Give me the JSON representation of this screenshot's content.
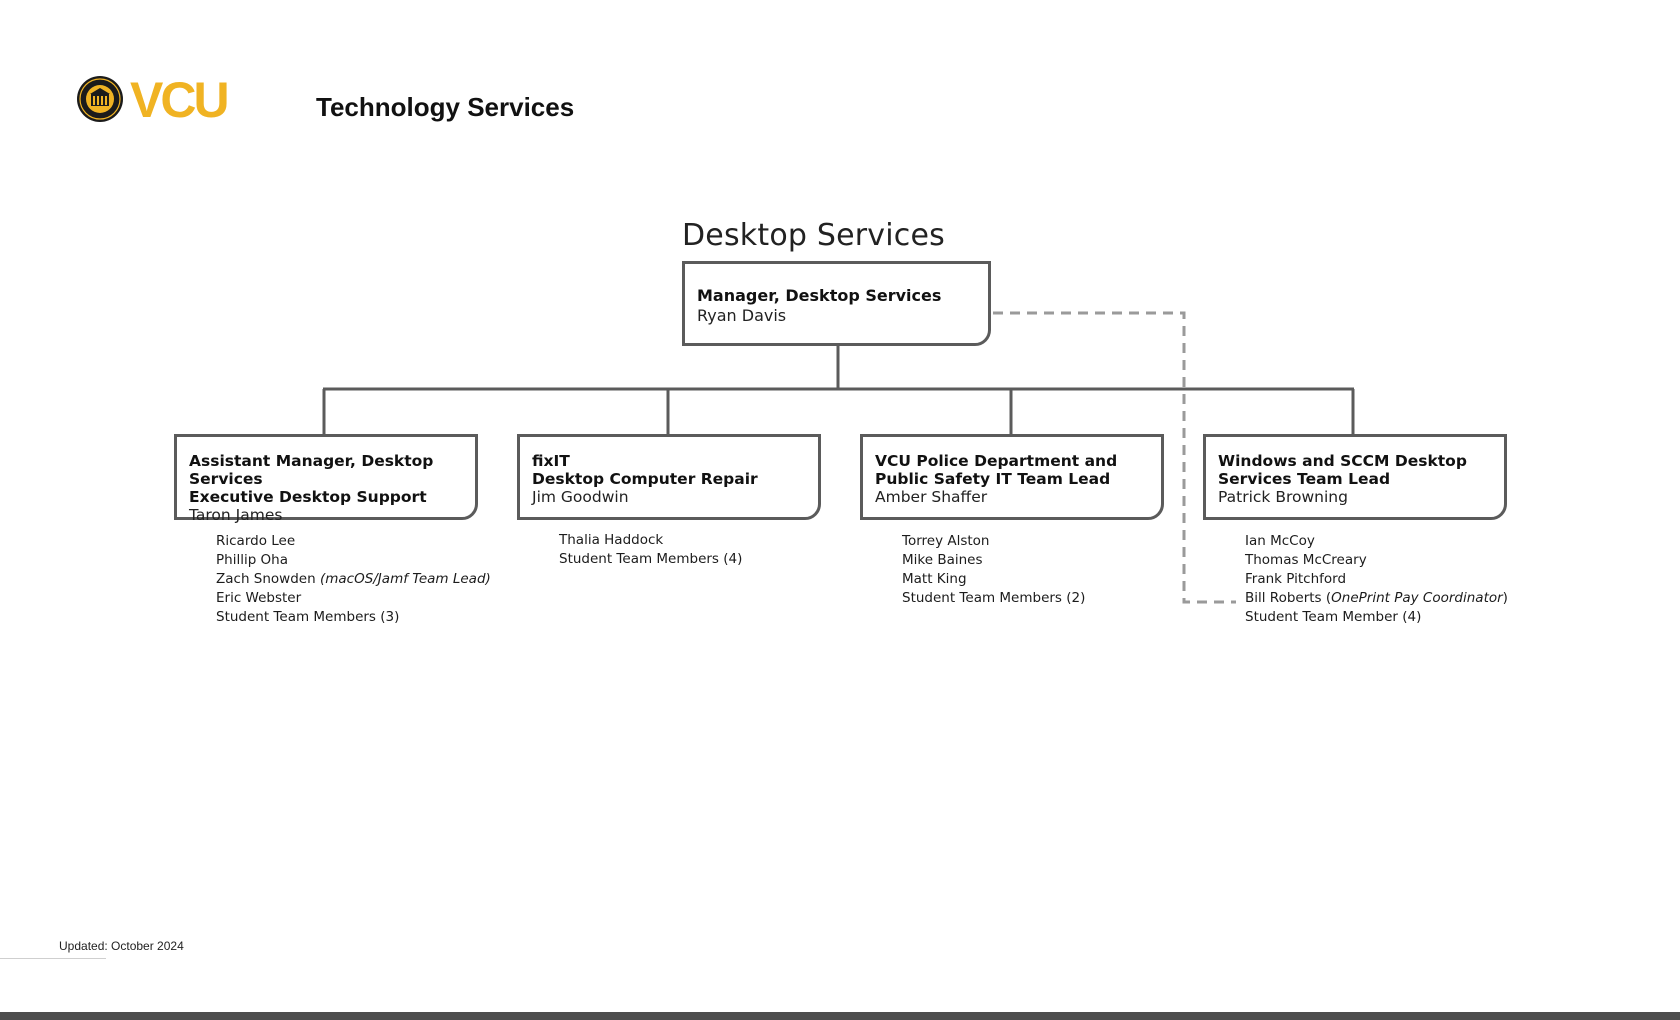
{
  "header": {
    "logo_text": "VCU",
    "title": "Technology Services"
  },
  "chart_title": "Desktop Services",
  "colors": {
    "logo_gold": "#f0b323",
    "line_gray": "#5b5b5b",
    "dashed_gray": "#9a9a9a",
    "footer_bar": "#4d4d4d"
  },
  "manager": {
    "role": "Manager, Desktop Services",
    "name": "Ryan Davis"
  },
  "teams": [
    {
      "role_lines": [
        "Assistant Manager, Desktop Services",
        "Executive Desktop Support"
      ],
      "name": "Taron James",
      "members": [
        {
          "name": "Ricardo Lee",
          "note": ""
        },
        {
          "name": "Phillip Oha",
          "note": ""
        },
        {
          "name": "Zach Snowden",
          "note": "(macOS/Jamf Team Lead)"
        },
        {
          "name": "Eric Webster",
          "note": ""
        },
        {
          "name": "Student Team Members (3)",
          "note": ""
        }
      ]
    },
    {
      "role_lines": [
        "fixIT",
        "Desktop Computer Repair"
      ],
      "name": "Jim Goodwin",
      "members": [
        {
          "name": "Thalia Haddock",
          "note": ""
        },
        {
          "name": "Student Team Members (4)",
          "note": ""
        }
      ]
    },
    {
      "role_lines": [
        "VCU Police Department and",
        "Public Safety IT Team Lead"
      ],
      "name": "Amber Shaffer",
      "members": [
        {
          "name": "Torrey Alston",
          "note": ""
        },
        {
          "name": "Mike Baines",
          "note": ""
        },
        {
          "name": "Matt King",
          "note": ""
        },
        {
          "name": "Student Team Members (2)",
          "note": ""
        }
      ]
    },
    {
      "role_lines": [
        "Windows and SCCM Desktop",
        "Services Team Lead"
      ],
      "name": "Patrick Browning",
      "members": [
        {
          "name": "Ian McCoy",
          "note": ""
        },
        {
          "name": "Thomas McCreary",
          "note": ""
        },
        {
          "name": "Frank Pitchford",
          "note": ""
        },
        {
          "name": "Bill Roberts (",
          "note": "OnePrint Pay Coordinator",
          "suffix": ")"
        },
        {
          "name": "Student Team Member (4)",
          "note": ""
        }
      ]
    }
  ],
  "footer": {
    "updated": "Updated: October 2024"
  }
}
